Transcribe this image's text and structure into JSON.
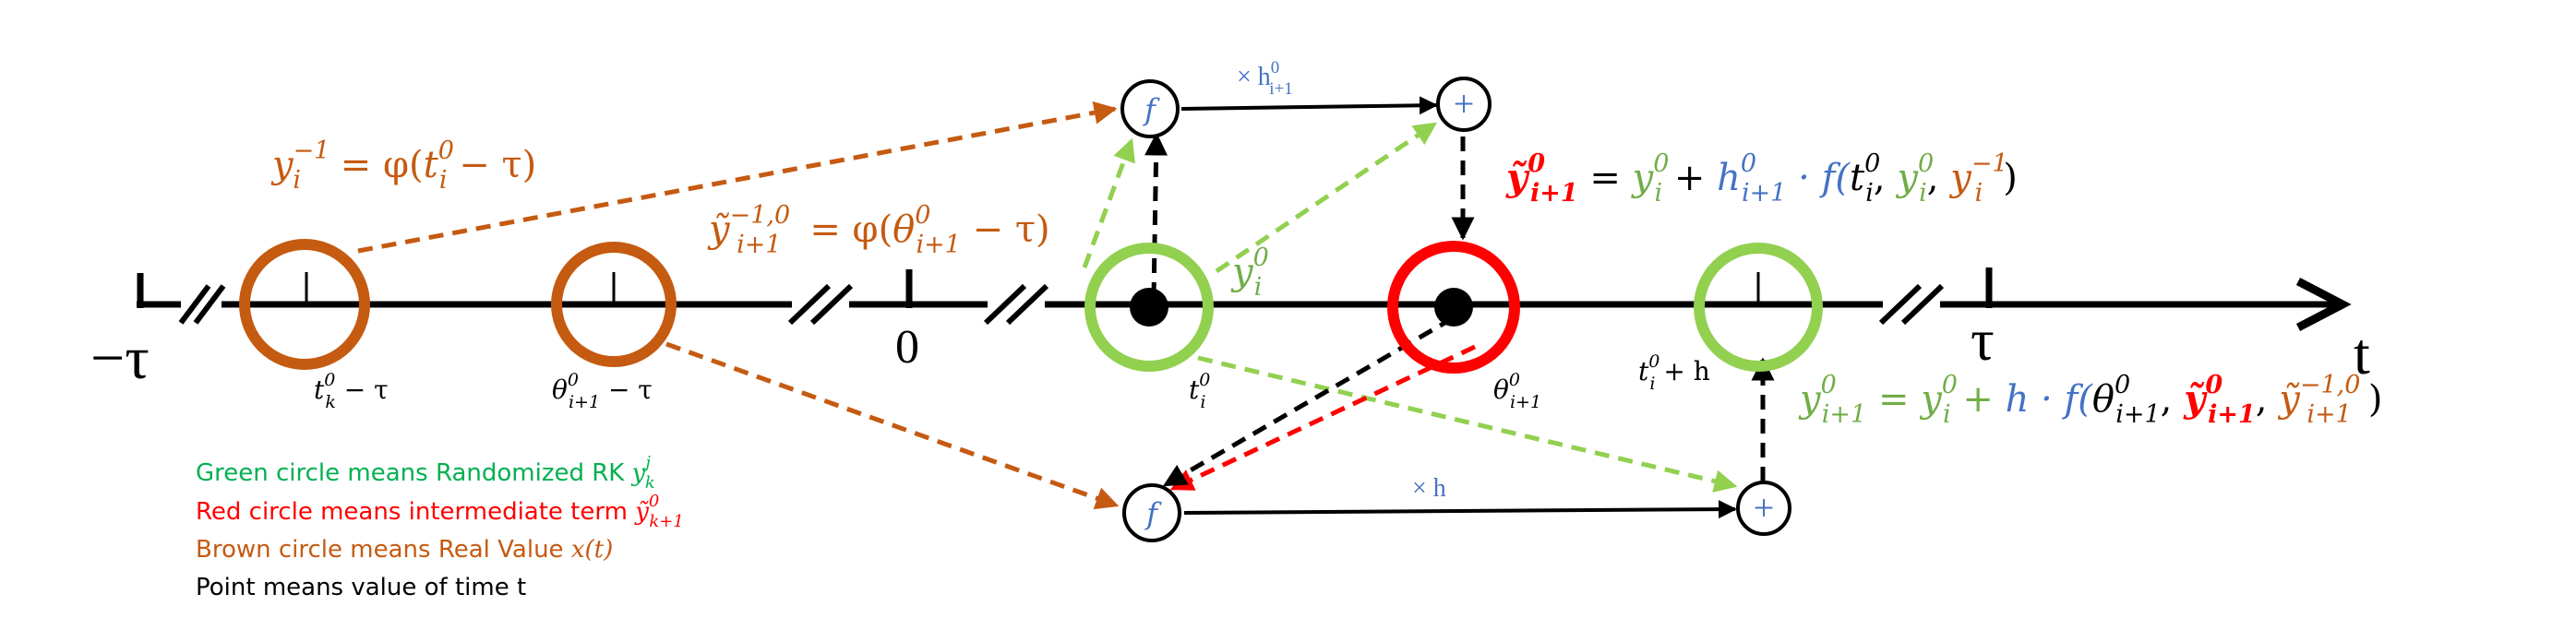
{
  "axis": {
    "left_label": "−τ",
    "zero_label": "0",
    "tau_label": "τ",
    "t_label": "t",
    "ticks": {
      "tk_minus_tau": {
        "base": "t",
        "sub": "k",
        "sup": "0",
        "rest": " − τ"
      },
      "theta_minus_tau": {
        "base": "θ",
        "sub": "i+1",
        "sup": "0",
        "rest": " − τ"
      },
      "ti": {
        "base": "t",
        "sub": "i",
        "sup": "0"
      },
      "theta": {
        "base": "θ",
        "sub": "i+1",
        "sup": "0"
      },
      "ti_plus_h": {
        "base": "t",
        "sub": "i",
        "sup": "0",
        "rest": " + h"
      }
    }
  },
  "nodes": {
    "f_top": "f",
    "f_bottom": "f",
    "plus_top": "+",
    "plus_bottom": "+"
  },
  "edge_labels": {
    "times_h_top": {
      "pre": "× h",
      "sub": "i+1",
      "sup": "0"
    },
    "times_h_bottom": "× h",
    "yi0": {
      "base": "y",
      "sub": "i",
      "sup": "0"
    }
  },
  "formulas": {
    "brown_1": {
      "lhs_base": "y",
      "lhs_sub": "i",
      "lhs_sup": "−1",
      "rhs": " = φ(",
      "arg_base": "t",
      "arg_sub": "i",
      "arg_sup": "0",
      "tail": " − τ)"
    },
    "brown_2": {
      "lhs_base": "ỹ",
      "lhs_sub": "i+1",
      "lhs_sup": "−1,0",
      "rhs": " = φ(",
      "arg_base": "θ",
      "arg_sub": "i+1",
      "arg_sup": "0",
      "tail": " − τ)"
    },
    "red_update": {
      "lhs_base": "ỹ",
      "lhs_sub": "i+1",
      "lhs_sup": "0",
      "eq": " = ",
      "y_base": "y",
      "y_sub": "i",
      "y_sup": "0",
      "plus": " + ",
      "h_base": "h",
      "h_sub": "i+1",
      "h_sup": "0",
      "dot_f": " · f(",
      "t_base": "t",
      "t_sub": "i",
      "t_sup": "0",
      "comma": ", ",
      "y2_base": "y",
      "y2_sub": "i",
      "y2_sup": "0",
      "y3_base": "y",
      "y3_sub": "i",
      "y3_sup": "−1",
      "close": ")"
    },
    "green_update": {
      "lhs_base": "y",
      "lhs_sub": "i+1",
      "lhs_sup": "0",
      "eq": " = ",
      "y_base": "y",
      "y_sub": "i",
      "y_sup": "0",
      "plus": " + ",
      "h": "h · f(",
      "th_base": "θ",
      "th_sub": "i+1",
      "th_sup": "0",
      "comma": ", ",
      "a_base": "ỹ",
      "a_sub": "i+1",
      "a_sup": "0",
      "b_base": "ỹ",
      "b_sub": "i+1",
      "b_sup": "−1,0",
      "close": ")"
    }
  },
  "legend": {
    "green": {
      "text": "Green circle means Randomized RK ",
      "sym_base": "y",
      "sym_sub": "k",
      "sym_sup": "j"
    },
    "red": {
      "text": "Red circle means intermediate term ",
      "sym_base": "ỹ",
      "sym_sub": "k+1",
      "sym_sup": "0"
    },
    "brown": {
      "text": "Brown circle means Real Value ",
      "sym": "x(t)"
    },
    "black": {
      "text": "Point means value of time t"
    }
  },
  "colors": {
    "green": "#92d050",
    "red": "#ff0000",
    "brown": "#c55a11",
    "blue": "#4472c4",
    "black": "#000000",
    "legend_green": "#00b050",
    "legend_red": "#ff0000",
    "legend_brown": "#c55a11"
  }
}
